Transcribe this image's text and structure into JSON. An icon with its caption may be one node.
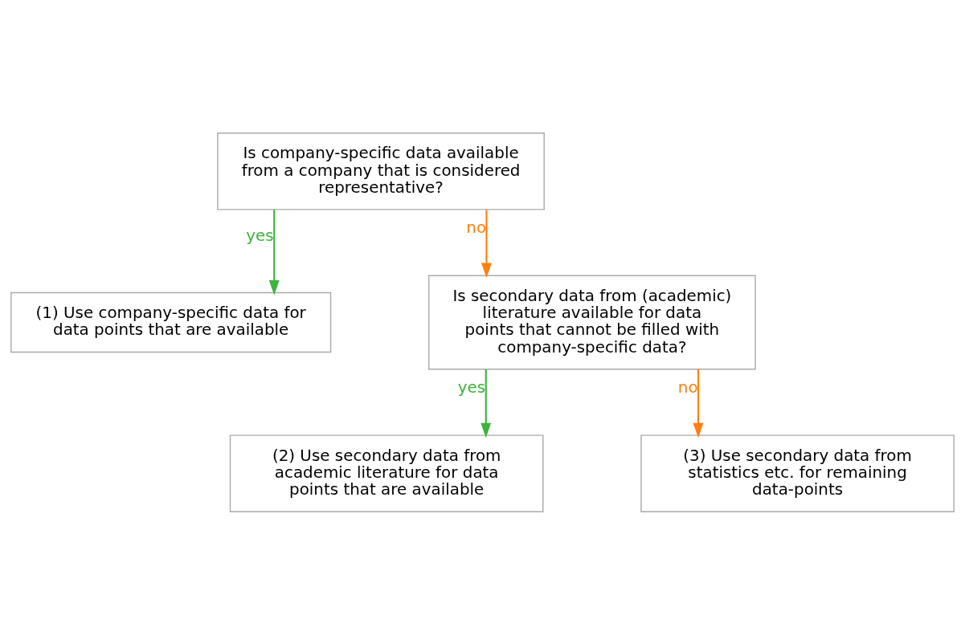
{
  "diagram": {
    "nodes": [
      {
        "text": [
          "Is company-specific data available from a company that is considered representative?"
        ]
      },
      {
        "text": [
          "(1) Use company-specific data for data points that are available"
        ]
      },
      {
        "text": [
          "Is secondary data from (academic) literature available for data points that cannot be filled with company-specific data?"
        ]
      },
      {
        "text": [
          "(2) Use secondary data from academic literature for data points that are available"
        ]
      },
      {
        "text": [
          "(3) Use secondary data from statistics etc. for remaining data-points"
        ]
      }
    ],
    "edges": [
      {
        "from": 0,
        "to": 1,
        "arrow": "to",
        "label": "yes",
        "color": "#3cb43c"
      },
      {
        "from": 0,
        "to": 2,
        "arrow": "to",
        "label": "no",
        "color": "#ff7f0e"
      },
      {
        "from": 2,
        "to": 3,
        "arrow": "to",
        "label": "yes",
        "color": "#3cb43c"
      },
      {
        "from": 2,
        "to": 4,
        "arrow": "to",
        "label": "no",
        "color": "#ff7f0e"
      }
    ]
  }
}
